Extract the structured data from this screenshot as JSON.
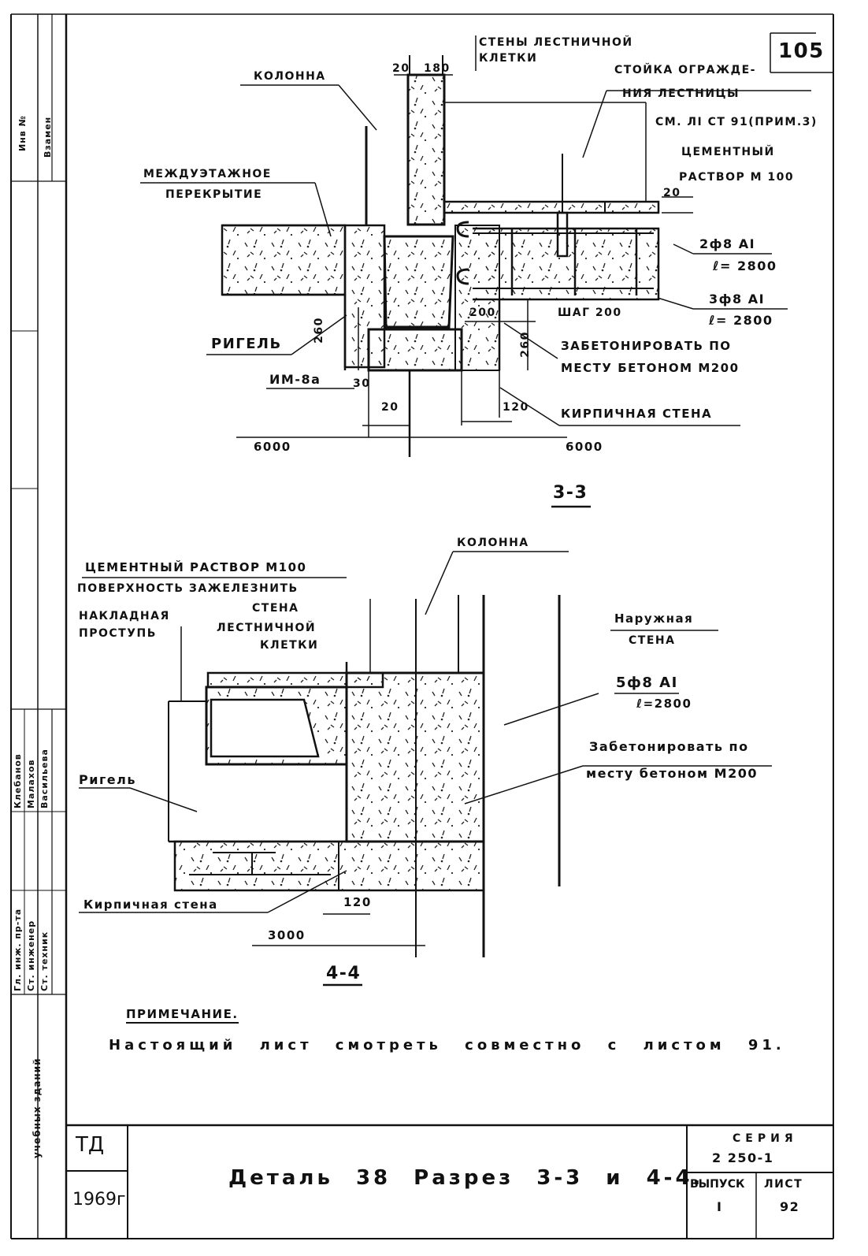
{
  "sheet": {
    "page_number": "105",
    "td_mark": "ТД",
    "year": "1969г",
    "title": "Деталь 38 Разрез 3-3 и 4-4.",
    "series_label": "СЕРИЯ",
    "series_value": "2 250-1",
    "issue_label": "ВЫПУСК",
    "issue_value": "I",
    "sheet_label": "ЛИСТ",
    "sheet_value": "92"
  },
  "side_stamp": {
    "inv_no": "Инв №",
    "replacement": "Взамен",
    "buildings": "учебных зданий",
    "roles": [
      "Гл. инж. пр-та",
      "Ст. инженер",
      "Ст. техник"
    ],
    "names": [
      "Клебанов",
      "Малахов",
      "Васильева"
    ]
  },
  "section_33": {
    "label": "3-3",
    "column": "КОЛОННА",
    "stair_walls": "СТЕНЫ ЛЕСТНИЧНОЙ КЛЕТКИ",
    "post_note_1": "СТОЙКА ОГРАЖДЕ-",
    "post_note_2": "НИЯ ЛЕСТНИЦЫ",
    "post_note_3": "СМ. ЛI СТ 91(ПРИМ.3)",
    "cement_1": "ЦЕМЕНТНЫЙ",
    "cement_2": "РАСТВОР М 100",
    "floor_1": "МЕЖДУЭТАЖНОЕ",
    "floor_2": "ПЕРЕКРЫТИЕ",
    "rebar1_a": "2ф8 АI",
    "rebar1_b": "ℓ= 2800",
    "rebar2_a": "3ф8 АI",
    "rebar2_b": "ℓ= 2800",
    "concrete_1": "ЗАБЕТОНИРОВАТЬ ПО",
    "concrete_2": "МЕСТУ БЕТОНОМ М200",
    "beam": "РИГЕЛЬ",
    "beam_mark": "ИМ-8а",
    "brick": "КИРПИЧНАЯ СТЕНА",
    "dim_20_top": "20",
    "dim_180": "180",
    "dim_20_right": "20",
    "dim_260_left": "260",
    "dim_200": "200",
    "step": "ШАГ 200",
    "dim_260_mid": "260",
    "dim_30": "30",
    "dim_20_bottom": "20",
    "dim_120": "120",
    "axis_left": "6000",
    "axis_right": "6000"
  },
  "section_44": {
    "label": "4-4",
    "column": "КОЛОННА",
    "cement": "ЦЕМЕНТНЫЙ РАСТВОР М100",
    "iron": "ПОВЕРХНОСТЬ ЗАЖЕЛЕЗНИТЬ",
    "tread_1": "НАКЛАДНАЯ",
    "tread_2": "ПРОСТУПЬ",
    "stair_1": "СТЕНА",
    "stair_2": "ЛЕСТНИЧНОЙ",
    "stair_3": "КЛЕТКИ",
    "outer_1": "Наружная",
    "outer_2": "СТЕНА",
    "rebar_a": "5ф8 АI",
    "rebar_b": "ℓ=2800",
    "concrete_1": "Забетонировать по",
    "concrete_2": "месту бетоном М200",
    "beam": "Ригель",
    "brick": "Кирпичная стена",
    "dim_120": "120",
    "axis": "3000"
  },
  "note": {
    "heading": "ПРИМЕЧАНИЕ.",
    "text": "Настоящий лист смотреть совместно с листом 91."
  }
}
